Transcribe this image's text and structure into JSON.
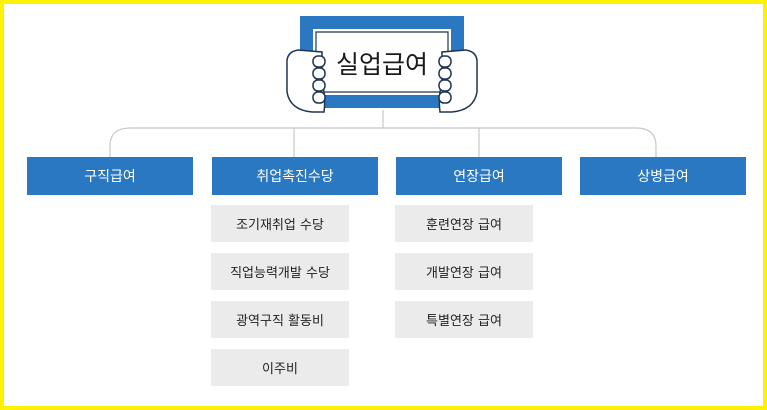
{
  "diagram": {
    "title": "실업급여",
    "categories": [
      {
        "label": "구직급여",
        "items": []
      },
      {
        "label": "취업촉진수당",
        "items": [
          "조기재취업 수당",
          "직업능력개발 수당",
          "광역구직 활동비",
          "이주비"
        ]
      },
      {
        "label": "연장급여",
        "items": [
          "훈련연장 급여",
          "개발연장 급여",
          "특별연장 급여"
        ]
      },
      {
        "label": "상병급여",
        "items": []
      }
    ]
  },
  "colors": {
    "frame": "#fff200",
    "category_fill": "#2b78c2",
    "sub_fill": "#ebebeb",
    "connector": "#c8c8c8"
  },
  "icon": "hands-holding-sign-icon"
}
